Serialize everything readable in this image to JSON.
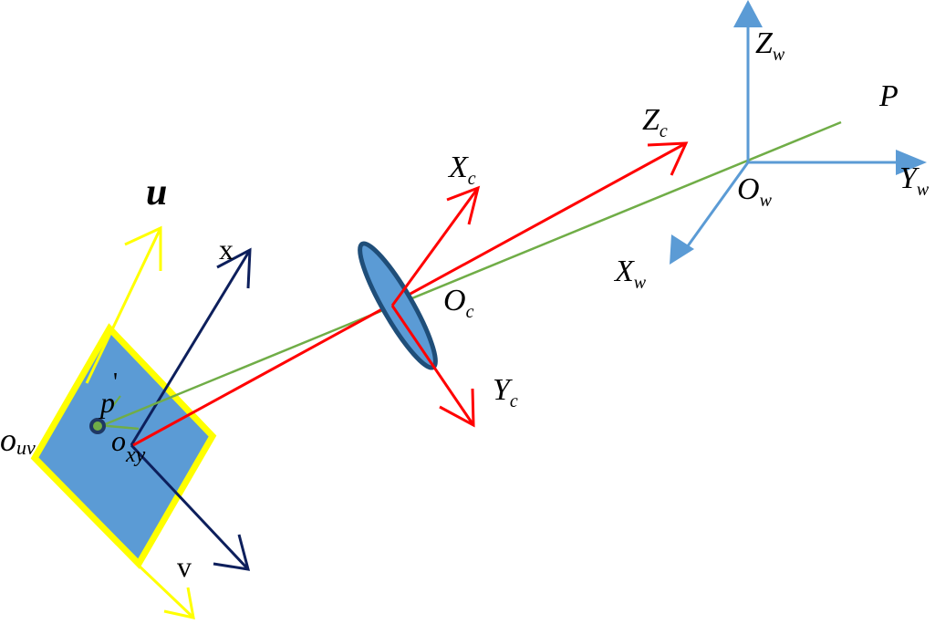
{
  "labels": {
    "world": {
      "zw_main": "Z",
      "zw_sub": "w",
      "yw_main": "Y",
      "yw_sub": "w",
      "xw_main": "X",
      "xw_sub": "w",
      "ow_main": "O",
      "ow_sub": "w",
      "p": "P"
    },
    "camera": {
      "zc_main": "Z",
      "zc_sub": "c",
      "xc_main": "X",
      "xc_sub": "c",
      "yc_main": "Y",
      "yc_sub": "c",
      "oc_main": "O",
      "oc_sub": "c"
    },
    "image": {
      "u": "u",
      "v": "v",
      "x": "x",
      "ouv_main": "o",
      "ouv_sub": "uv",
      "oxy_main": "o",
      "oxy_sub": "xy",
      "p_prime": "p",
      "prime_mark": "'"
    }
  },
  "colors": {
    "world_axes": "#5b9bd5",
    "camera_axes": "#ff0000",
    "image_plane_fill": "#5b9bd5",
    "image_plane_border": "#ffff00",
    "uv_axes": "#ffff00",
    "xy_axes": "#0d1f5c",
    "projection_ray": "#70ad47",
    "lens_fill": "#5b9bd5",
    "lens_border": "#1f4e79"
  }
}
